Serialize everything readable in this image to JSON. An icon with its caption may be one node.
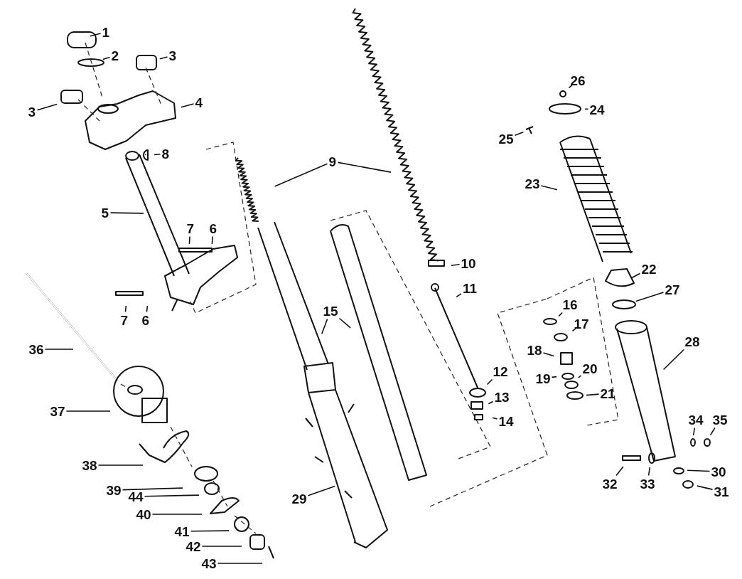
{
  "diagram": {
    "nodes": [
      {
        "text": [
          "1"
        ]
      },
      {
        "text": [
          "2"
        ]
      },
      {
        "text": [
          "3"
        ]
      },
      {
        "text": [
          "3"
        ]
      },
      {
        "text": [
          "4"
        ]
      },
      {
        "text": [
          "8"
        ]
      },
      {
        "text": [
          "5"
        ]
      },
      {
        "text": [
          "7"
        ]
      },
      {
        "text": [
          "6"
        ]
      },
      {
        "text": [
          "7"
        ]
      },
      {
        "text": [
          "6"
        ]
      },
      {
        "text": [
          "9"
        ]
      },
      {
        "text": [
          "10"
        ]
      },
      {
        "text": [
          "11"
        ]
      },
      {
        "text": [
          "15"
        ]
      },
      {
        "text": [
          "12"
        ]
      },
      {
        "text": [
          "13"
        ]
      },
      {
        "text": [
          "14"
        ]
      },
      {
        "text": [
          "16"
        ]
      },
      {
        "text": [
          "17"
        ]
      },
      {
        "text": [
          "18"
        ]
      },
      {
        "text": [
          "19"
        ]
      },
      {
        "text": [
          "20"
        ]
      },
      {
        "text": [
          "21"
        ]
      },
      {
        "text": [
          "22"
        ]
      },
      {
        "text": [
          "23"
        ]
      },
      {
        "text": [
          "24"
        ]
      },
      {
        "text": [
          "25"
        ]
      },
      {
        "text": [
          "26"
        ]
      },
      {
        "text": [
          "27"
        ]
      },
      {
        "text": [
          "28"
        ]
      },
      {
        "text": [
          "34"
        ]
      },
      {
        "text": [
          "35"
        ]
      },
      {
        "text": [
          "32"
        ]
      },
      {
        "text": [
          "33"
        ]
      },
      {
        "text": [
          "30"
        ]
      },
      {
        "text": [
          "31"
        ]
      },
      {
        "text": [
          "29"
        ]
      },
      {
        "text": [
          "36"
        ]
      },
      {
        "text": [
          "37"
        ]
      },
      {
        "text": [
          "38"
        ]
      },
      {
        "text": [
          "39"
        ]
      },
      {
        "text": [
          "44"
        ]
      },
      {
        "text": [
          "40"
        ]
      },
      {
        "text": [
          "41"
        ]
      },
      {
        "text": [
          "42"
        ]
      },
      {
        "text": [
          "43"
        ]
      }
    ],
    "edges": [
      {
        "from": 0,
        "to": null,
        "arrow": "none"
      },
      {
        "from": 1,
        "to": null,
        "arrow": "none"
      },
      {
        "from": 2,
        "to": null,
        "arrow": "none"
      },
      {
        "from": 3,
        "to": null,
        "arrow": "none"
      },
      {
        "from": 4,
        "to": null,
        "arrow": "none"
      },
      {
        "from": 5,
        "to": null,
        "arrow": "none"
      },
      {
        "from": 6,
        "to": null,
        "arrow": "none"
      },
      {
        "from": 7,
        "to": null,
        "arrow": "none"
      },
      {
        "from": 8,
        "to": null,
        "arrow": "none"
      },
      {
        "from": 9,
        "to": null,
        "arrow": "none"
      },
      {
        "from": 10,
        "to": null,
        "arrow": "none"
      },
      {
        "from": 11,
        "to": null,
        "arrow": "none"
      },
      {
        "from": 11,
        "to": null,
        "arrow": "none"
      },
      {
        "from": 12,
        "to": null,
        "arrow": "none"
      },
      {
        "from": 13,
        "to": null,
        "arrow": "none"
      },
      {
        "from": 14,
        "to": null,
        "arrow": "none"
      },
      {
        "from": 14,
        "to": null,
        "arrow": "none"
      },
      {
        "from": 15,
        "to": null,
        "arrow": "none"
      },
      {
        "from": 16,
        "to": null,
        "arrow": "none"
      },
      {
        "from": 17,
        "to": null,
        "arrow": "none"
      },
      {
        "from": 18,
        "to": null,
        "arrow": "none"
      },
      {
        "from": 19,
        "to": null,
        "arrow": "none"
      },
      {
        "from": 20,
        "to": null,
        "arrow": "none"
      },
      {
        "from": 21,
        "to": null,
        "arrow": "none"
      },
      {
        "from": 22,
        "to": null,
        "arrow": "none"
      },
      {
        "from": 23,
        "to": null,
        "arrow": "none"
      },
      {
        "from": 24,
        "to": null,
        "arrow": "none"
      },
      {
        "from": 25,
        "to": null,
        "arrow": "none"
      },
      {
        "from": 26,
        "to": null,
        "arrow": "none"
      },
      {
        "from": 27,
        "to": null,
        "arrow": "none"
      },
      {
        "from": 28,
        "to": null,
        "arrow": "none"
      },
      {
        "from": 29,
        "to": null,
        "arrow": "none"
      },
      {
        "from": 30,
        "to": null,
        "arrow": "none"
      },
      {
        "from": 31,
        "to": null,
        "arrow": "none"
      },
      {
        "from": 32,
        "to": null,
        "arrow": "none"
      },
      {
        "from": 33,
        "to": null,
        "arrow": "none"
      },
      {
        "from": 34,
        "to": null,
        "arrow": "none"
      },
      {
        "from": 35,
        "to": null,
        "arrow": "none"
      },
      {
        "from": 36,
        "to": null,
        "arrow": "none"
      },
      {
        "from": 37,
        "to": null,
        "arrow": "none"
      },
      {
        "from": 38,
        "to": null,
        "arrow": "none"
      },
      {
        "from": 39,
        "to": null,
        "arrow": "none"
      },
      {
        "from": 40,
        "to": null,
        "arrow": "none"
      },
      {
        "from": 41,
        "to": null,
        "arrow": "none"
      },
      {
        "from": 42,
        "to": null,
        "arrow": "none"
      },
      {
        "from": 43,
        "to": null,
        "arrow": "none"
      },
      {
        "from": 44,
        "to": null,
        "arrow": "none"
      },
      {
        "from": 45,
        "to": null,
        "arrow": "none"
      },
      {
        "from": 46,
        "to": null,
        "arrow": "none"
      }
    ]
  }
}
